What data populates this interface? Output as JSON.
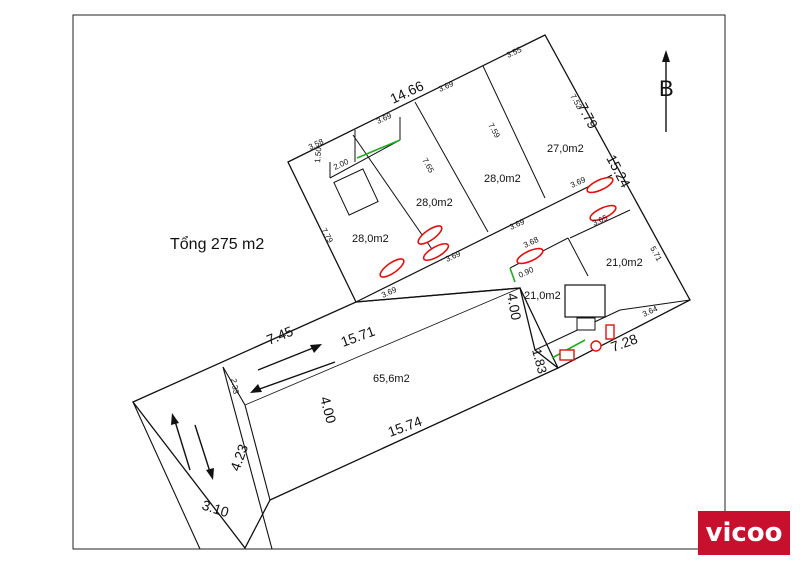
{
  "plan": {
    "total_area": "Tổng 275 m2",
    "north": "B",
    "areas": {
      "road": "65,6m2",
      "room_a": "28,0m2",
      "room_b": "28,0m2",
      "room_c": "28,0m2",
      "room_d": "27,0m2",
      "room_e": "21,0m2",
      "room_f": "21,0m2"
    },
    "dims": {
      "d_1466": "14.66",
      "d_779_top": "7.79",
      "d_1524": "15.24",
      "d_571": "5.71",
      "d_728": "7.28",
      "d_183": "1.83",
      "d_400_right": "4.00",
      "d_1574": "15.74",
      "d_1571": "15.71",
      "d_745": "7.45",
      "d_423": "4.23",
      "d_310": "3.10",
      "d_400_road": "4.00",
      "d_233": "2.33",
      "d_779_left": "7.79",
      "d_369_bottom": "3.69",
      "d_369_mid": "3.69",
      "d_369_mid2": "3.69",
      "d_369_top1": "3.69",
      "d_369_top2": "3.69",
      "d_355": "3.55",
      "d_358": "3.58",
      "d_150": "1.50",
      "d_200": "2.00",
      "d_369_small": "3.69",
      "d_765": "7.65",
      "d_759": "7.59",
      "d_752": "7.52",
      "d_368": "3.68",
      "d_090": "0.90",
      "d_365": "3.65",
      "d_364": "3.64",
      "d_369_right": "3.69"
    }
  },
  "brand": {
    "logo_text": "vicoo"
  },
  "colors": {
    "line": "#111111",
    "car_red": "#e01010",
    "green": "#22aa22",
    "brand": "#c8102e"
  }
}
